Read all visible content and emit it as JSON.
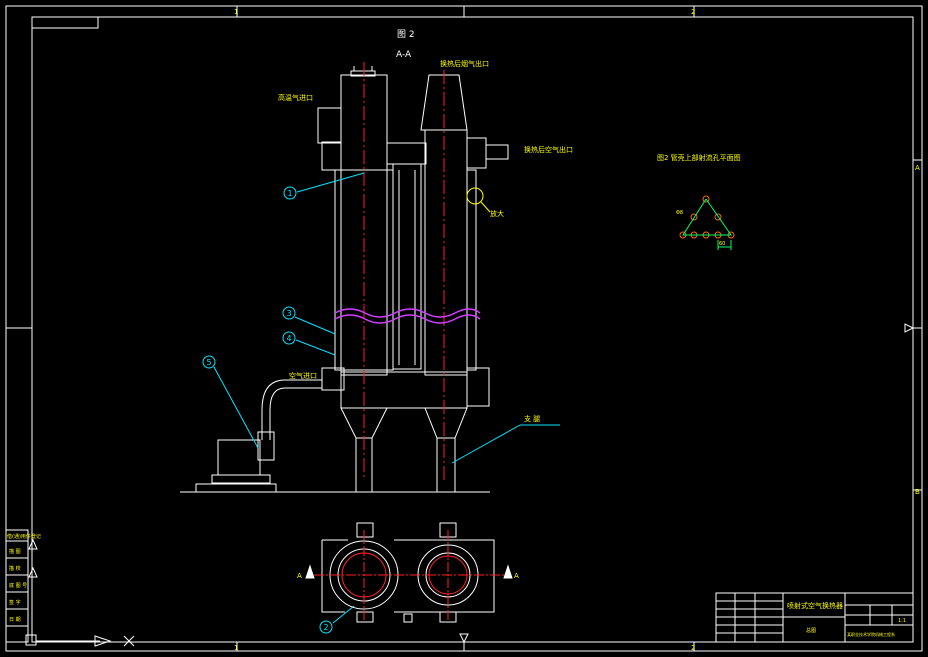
{
  "border": {
    "zone_top_1": "1",
    "zone_top_2": "2",
    "zone_bottom_1": "1",
    "zone_bottom_2": "2",
    "zone_right_a": "A",
    "zone_right_b": "B"
  },
  "drawing": {
    "figure_label": "图 2",
    "section_label": "A-A",
    "hot_gas_inlet": "高温气进口",
    "hot_gas_outlet": "换热后烟气出口",
    "air_outlet": "换热后空气出口",
    "air_inlet": "空气进口",
    "support_label": "支 腿",
    "detail_mark": "放大",
    "section_mark_left": "A",
    "section_mark_right": "A",
    "callouts": [
      "1",
      "2",
      "3",
      "4",
      "5"
    ],
    "plan_title": "图2  管壳上部射流孔平面图",
    "plan_dim_1": "Φ8",
    "plan_dim_2": "60"
  },
  "title_block": {
    "name": "喷射式空气换热器",
    "material": "总图",
    "scale": "1:1",
    "school": "某职业技术学院机械工程系",
    "left_column": [
      "借(通)用件登记",
      "描 图",
      "描 校",
      "底 图 号",
      "签 字",
      "日 期"
    ]
  },
  "colors": {
    "lines": "#ffffff",
    "center": "#ff2020",
    "dims": "#00ff66",
    "leaders": "#00e5ff",
    "plan_pattern": "#ff6a00",
    "wave": "#d040ff",
    "text": "#ffff00"
  }
}
